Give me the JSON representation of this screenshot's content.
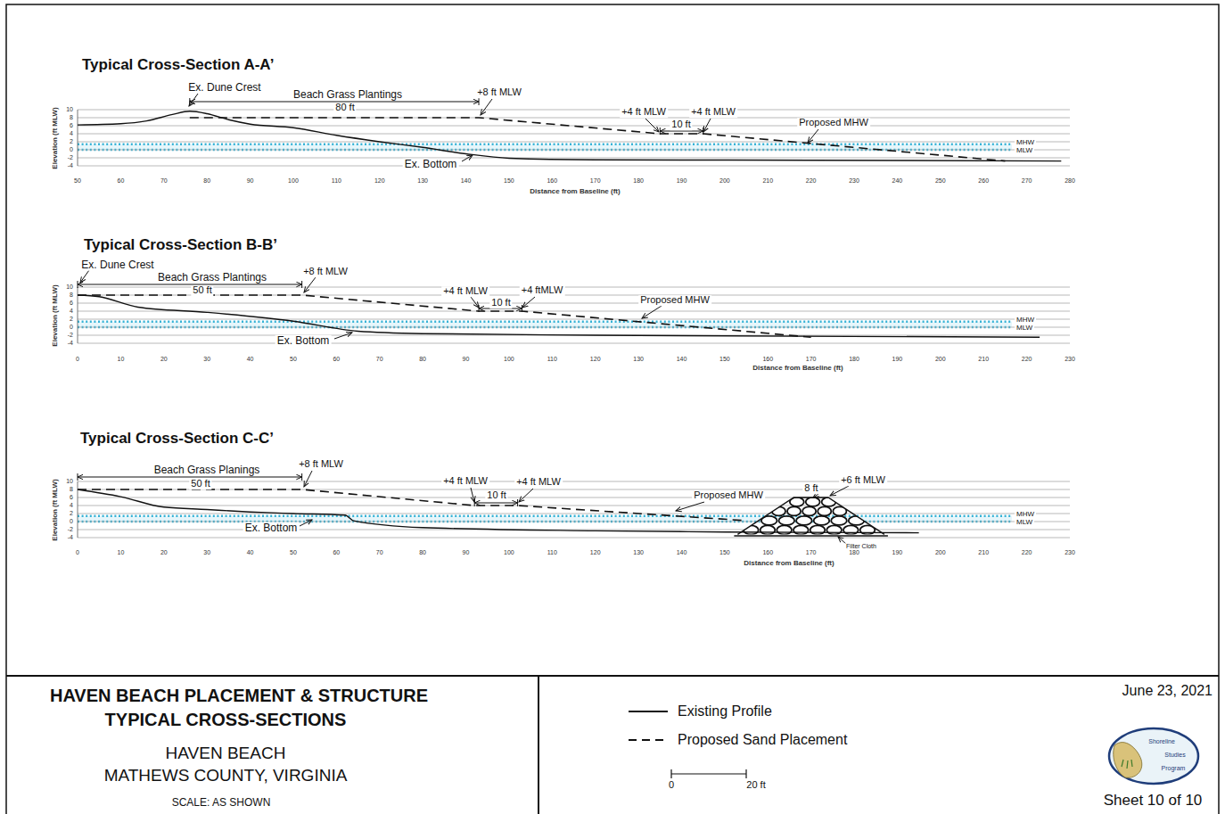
{
  "diagram": {
    "labels": [
      "Typical Cross-Section A-A’",
      "Ex. Dune Crest",
      "Beach Grass Plantings",
      "80 ft",
      "+8 ft MLW",
      "+4 ft MLW",
      "+4 ft MLW",
      "10 ft",
      "Proposed MHW",
      "MHW",
      "MLW",
      "Ex. Bottom",
      "Elevation (ft MLW)",
      "10",
      "8",
      "6",
      "4",
      "2",
      "0",
      "-2",
      "-4",
      "50",
      "60",
      "70",
      "80",
      "90",
      "100",
      "110",
      "120",
      "130",
      "140",
      "150",
      "160",
      "170",
      "180",
      "190",
      "200",
      "210",
      "220",
      "230",
      "240",
      "250",
      "260",
      "270",
      "280",
      "Distance from Baseline (ft)",
      "Typical Cross-Section B-B’",
      "Ex. Dune Crest",
      "Beach Grass Plantings",
      "50 ft",
      "+8 ft MLW",
      "+4 ft MLW",
      "+4 ftMLW",
      "10 ft",
      "Proposed MHW",
      "MHW",
      "MLW",
      "Ex. Bottom",
      "Elevation (ft MLW)",
      "10",
      "8",
      "6",
      "4",
      "2",
      "0",
      "-2",
      "-4",
      "0",
      "10",
      "20",
      "30",
      "40",
      "50",
      "60",
      "70",
      "80",
      "90",
      "100",
      "110",
      "120",
      "130",
      "140",
      "150",
      "160",
      "170",
      "180",
      "190",
      "200",
      "210",
      "220",
      "230",
      "Distance from Baseline (ft)",
      "Typical Cross-Section C-C’",
      "Beach Grass Planings",
      "50 ft",
      "+8 ft MLW",
      "+4 ft MLW",
      "+4 ft MLW",
      "10 ft",
      "Proposed MHW",
      "8 ft",
      "+6 ft MLW",
      "Filter Cloth",
      "MHW",
      "MLW",
      "Ex. Bottom",
      "Elevation (ft MLW)",
      "10",
      "8",
      "6",
      "4",
      "2",
      "0",
      "-2",
      "-4",
      "0",
      "10",
      "20",
      "30",
      "40",
      "50",
      "60",
      "70",
      "80",
      "90",
      "100",
      "110",
      "120",
      "130",
      "140",
      "150",
      "160",
      "170",
      "180",
      "190",
      "200",
      "210",
      "220",
      "230",
      "Distance from Baseline (ft)",
      "HAVEN BEACH PLACEMENT & STRUCTURE",
      "TYPICAL CROSS-SECTIONS",
      "HAVEN BEACH",
      "MATHEWS COUNTY, VIRGINIA",
      "SCALE: AS SHOWN",
      "June 23, 2021",
      "0",
      "20 ft",
      "Shoreline",
      "Studies",
      "Program",
      "Sheet 10 of 10"
    ],
    "legend": [
      {
        "text": "Existing Profile"
      },
      {
        "text": "Proposed Sand Placement"
      }
    ]
  }
}
